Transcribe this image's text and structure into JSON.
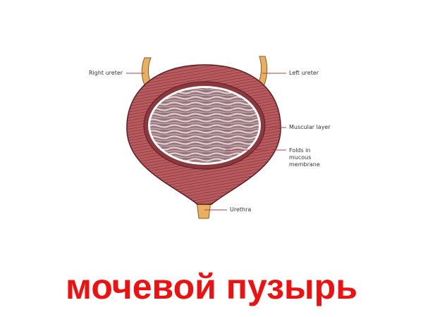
{
  "diagram": {
    "subject": "urinary bladder cross-section",
    "labels": {
      "right_ureter": "Right ureter",
      "left_ureter": "Left ureter",
      "muscular_layer": "Muscular layer",
      "folds": "Folds in\nmucous\nmembrane",
      "urethra": "Urethra"
    },
    "colors": {
      "muscle": "#b85a5e",
      "muscle_dark": "#6e2a2e",
      "ureter": "#e8b062",
      "mucosa": "#c9a3a8",
      "leader_line": "#b04048"
    }
  },
  "title": {
    "text": "мочевой пузырь",
    "color": "#ee1111"
  }
}
